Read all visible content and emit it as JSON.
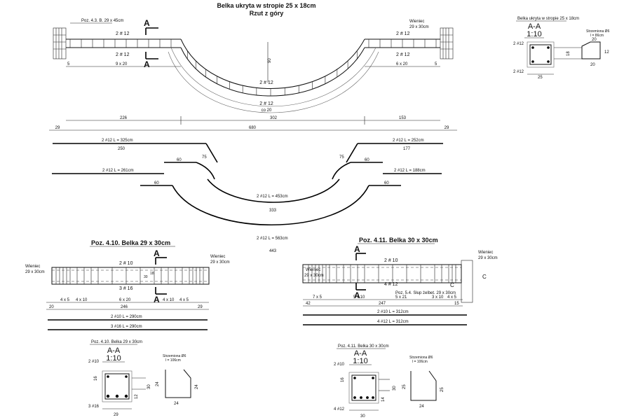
{
  "top": {
    "title": "Belka ukryta w stropie 25 x 18cm",
    "subtitle": "Rzut z góry",
    "label_poz43": "Poz. 4.3. B. 29 x 45cm",
    "label_wieniec": "Wieniec",
    "label_wieniec_size": "29 x 30cm",
    "bar_2x12": "2 # 12",
    "section_mark": "A",
    "dim_9x20": "9 x 20",
    "dim_6x20": "6 x 20",
    "dim_5": "5",
    "dim_90": "90",
    "dim_co20": "co 20",
    "dim_226": "226",
    "dim_302": "302",
    "dim_153": "153",
    "dim_29": "29",
    "dim_680": "680"
  },
  "bars": {
    "b1": "2 #12   L = 325cm",
    "b1_len": "250",
    "b2": "2 #12   L = 252cm",
    "b2_len": "177",
    "b3": "2 #12   L = 261cm",
    "b4": "2 #12   L = 188cm",
    "b5": "2 #12   L = 453cm",
    "b5_len": "333",
    "b6": "2 #12   L = 563cm",
    "b6_len": "443",
    "d60": "60",
    "d75": "75"
  },
  "sectionTop": {
    "title": "Belka ukryta w stropie 25 x 18cm",
    "mark": "A-A",
    "scale": "1:10",
    "stirrup": "Strzemiona Ø6",
    "stirrup_len": "l = 86cm",
    "bar": "2 #12",
    "d25": "25",
    "d18": "18",
    "d20": "20",
    "d12": "12"
  },
  "beam410": {
    "title": "Poz. 4.10. Belka 29 x 30cm",
    "wieniec": "Wieniec",
    "wieniec_size": "29 x 30cm",
    "top_bars": "2 # 10",
    "bottom_bars": "3 # 16",
    "mark": "A",
    "d30": "30",
    "d18": "18",
    "d20": "20",
    "d4x5": "4 x 5",
    "d4x10": "4 x 10",
    "d6x20": "6 x 20",
    "d246": "246",
    "d29": "29",
    "bar1": "2 #10   L = 290cm",
    "bar2": "3 #16   L = 290cm"
  },
  "beam411": {
    "title": "Poz. 4.11. Belka 30 x 30cm",
    "wieniec": "Wieniec",
    "wieniec_size": "29 x 30cm",
    "top_bars": "2 # 10",
    "bottom_bars": "4 # 12",
    "mark": "A",
    "markC": "C",
    "column": "Poz. 5.4. Słup żelbet. 29 x 30cm",
    "d42": "42",
    "d7x5": "7 x 5",
    "d5x10": "5 x 10",
    "d5x21": "5 x 21",
    "d3x10": "3 x 10",
    "d4x5": "4 x 5",
    "d247": "247",
    "d15": "15",
    "bar1": "2 #10   L = 312cm",
    "bar2": "4 #12   L = 312cm"
  },
  "sec410": {
    "title": "Poz. 4.10. Belka 29 x 30cm",
    "mark": "A-A",
    "scale": "1:10",
    "stirrup": "Strzemiona Ø6",
    "stirrup_len": "l = 106cm",
    "top": "2 #10",
    "bottom": "3 #16",
    "d16": "16",
    "d12": "12",
    "d30": "30",
    "d24": "24",
    "d29": "29"
  },
  "sec411": {
    "title": "Poz. 4.11. Belka 30 x 30cm",
    "mark": "A-A",
    "scale": "1:10",
    "stirrup": "Strzemiona Ø6",
    "stirrup_len": "l = 106cm",
    "top": "2 #10",
    "bottom": "4 #12",
    "d16": "16",
    "d14": "14",
    "d30": "30",
    "d25": "25",
    "d24": "24"
  }
}
